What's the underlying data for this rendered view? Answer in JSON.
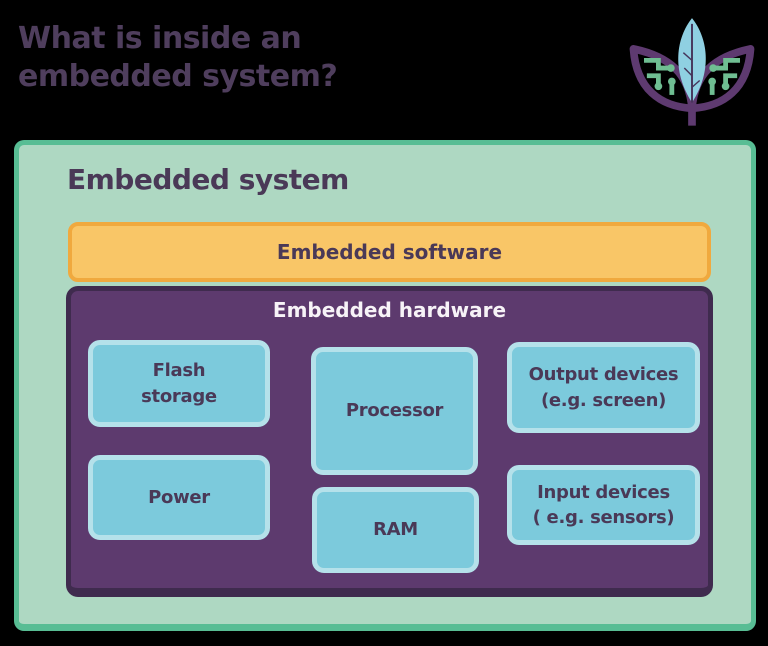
{
  "header": {
    "title": "What is inside an\nembedded system?",
    "logo_icon": "leaf-circuit-logo"
  },
  "diagram": {
    "system_label": "Embedded system",
    "software_label": "Embedded software",
    "hardware_label": "Embedded hardware",
    "components": [
      {
        "id": "flash-storage",
        "label": "Flash\nstorage"
      },
      {
        "id": "processor",
        "label": "Processor"
      },
      {
        "id": "output-devices",
        "label": "Output devices\n(e.g. screen)"
      },
      {
        "id": "power",
        "label": "Power"
      },
      {
        "id": "ram",
        "label": "RAM"
      },
      {
        "id": "input-devices",
        "label": "Input devices\n( e.g. sensors)"
      }
    ]
  },
  "colors": {
    "background": "#000000",
    "title_text": "#4f3e5d",
    "system_fill": "#aed8c2",
    "system_border": "#58bd94",
    "software_fill": "#f9c667",
    "software_border": "#f0a93e",
    "hardware_fill": "#5d3a6e",
    "hardware_border": "#3f2b4e",
    "hardware_text": "#f7f3f7",
    "component_fill": "#7ccadc",
    "component_border": "#b5e1ea",
    "dark_text": "#4a3957",
    "logo_purple": "#5e3a70",
    "logo_green": "#6fbe92",
    "logo_blue": "#8fd0e2"
  }
}
